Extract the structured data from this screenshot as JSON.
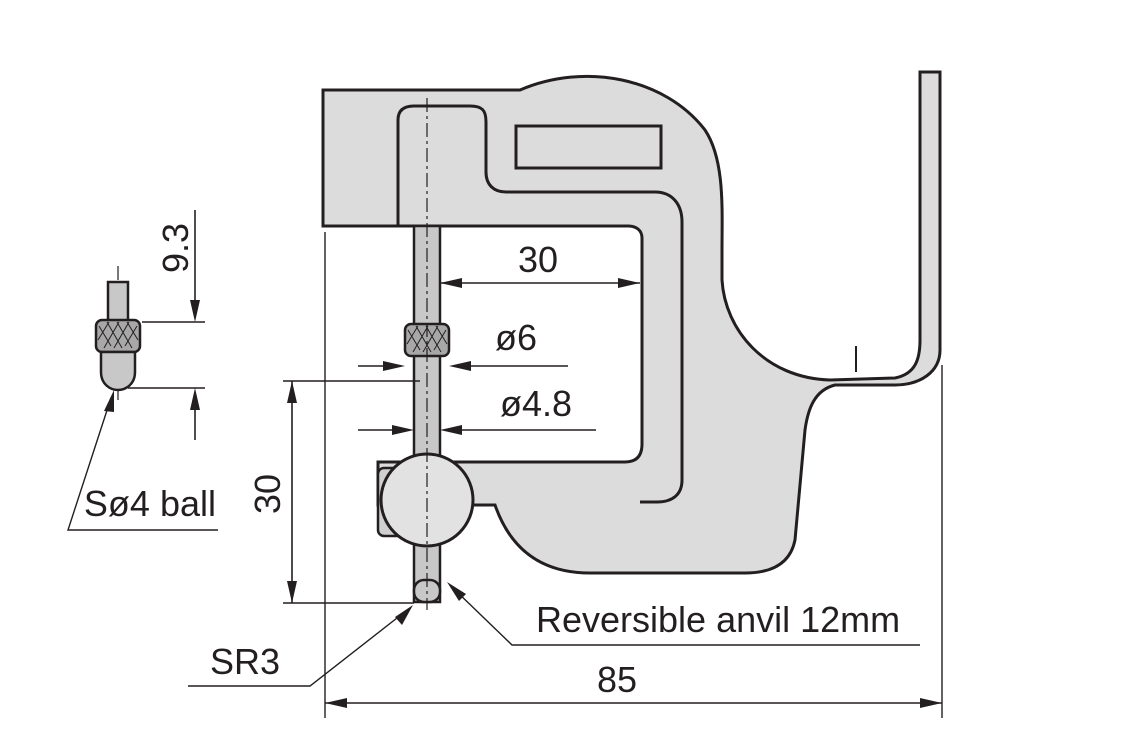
{
  "labels": {
    "tip_length": "9.3",
    "ball_tip": "Sø4 ball",
    "throat_depth": "30",
    "knurl_diameter": "ø6",
    "spindle_diameter": "ø4.8",
    "spindle_travel": "30",
    "anvil": "Reversible anvil 12mm",
    "contact_radius": "SR3",
    "overall_length": "85"
  },
  "colors": {
    "frame_fill": "#dcdcdc",
    "line": "#231f20",
    "background": "#ffffff"
  }
}
